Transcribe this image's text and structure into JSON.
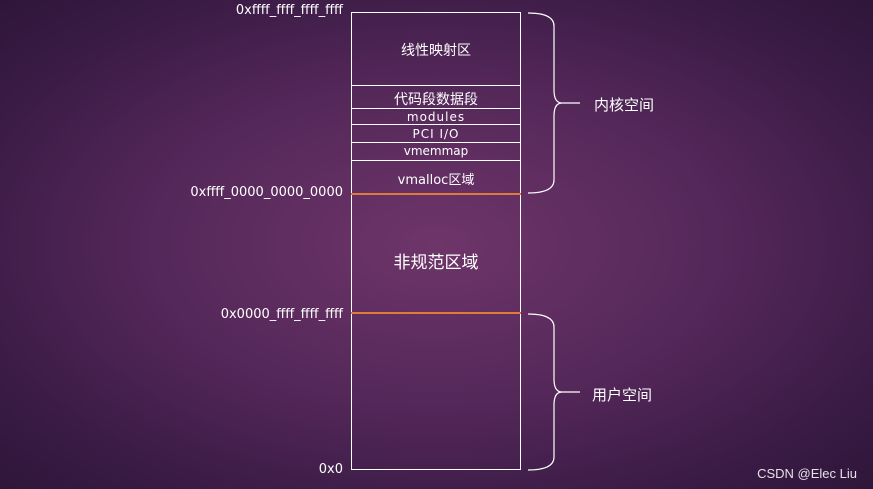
{
  "segments": {
    "linear_map": "线性映射区",
    "code_data": "代码段数据段",
    "modules": "modules",
    "pci_io": "PCI I/O",
    "vmemmap": "vmemmap",
    "vmalloc": "vmalloc区域",
    "non_canonical": "非规范区域"
  },
  "addresses": {
    "top": "0xffff_ffff_ffff_ffff",
    "kernel_start": "0xffff_0000_0000_0000",
    "user_end": "0x0000_ffff_ffff_ffff",
    "zero": "0x0"
  },
  "regions": {
    "kernel_space": "内核空间",
    "user_space": "用户空间"
  },
  "colors": {
    "boundary_line": "#e07a3a",
    "outline": "#ffffff"
  },
  "watermark": "CSDN @Elec Liu"
}
